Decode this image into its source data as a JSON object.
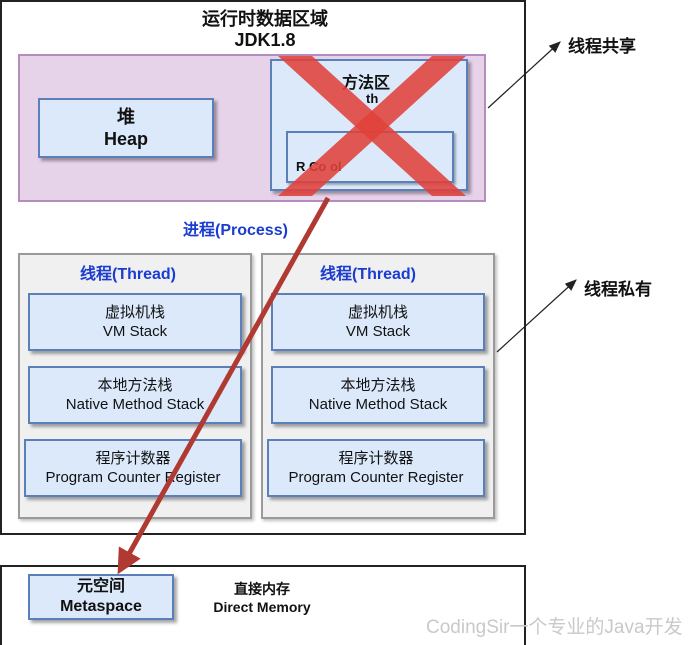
{
  "runtime": {
    "title_cn": "运行时数据区域",
    "title_en": "JDK1.8"
  },
  "heap": {
    "cn": "堆",
    "en": "Heap"
  },
  "method_area": {
    "cn": "方法区",
    "sub": "th",
    "pool": "R Co ol"
  },
  "process_label": "进程(Process)",
  "threads": [
    {
      "title": "线程(Thread)",
      "vm_stack": {
        "cn": "虚拟机栈",
        "en": "VM Stack"
      },
      "native_stack": {
        "cn": "本地方法栈",
        "en": "Native Method Stack"
      },
      "pc": {
        "cn": "程序计数器",
        "en": "Program Counter Register"
      }
    },
    {
      "title": "线程(Thread)",
      "vm_stack": {
        "cn": "虚拟机栈",
        "en": "VM Stack"
      },
      "native_stack": {
        "cn": "本地方法栈",
        "en": "Native Method Stack"
      },
      "pc": {
        "cn": "程序计数器",
        "en": "Program Counter Register"
      }
    }
  ],
  "annotations": {
    "shared": "线程共享",
    "private": "线程私有"
  },
  "metaspace": {
    "cn": "元空间",
    "en": "Metaspace"
  },
  "direct_memory": {
    "cn": "直接内存",
    "en": "Direct Memory"
  },
  "watermark": "CodingSir一个专业的Java开发",
  "colors": {
    "cross": "#e0413a",
    "arrow": "#b03a32",
    "shared_bg": "#e6d3ea",
    "box_bg": "#dbe9fb",
    "title_blue": "#1a3cd1"
  }
}
